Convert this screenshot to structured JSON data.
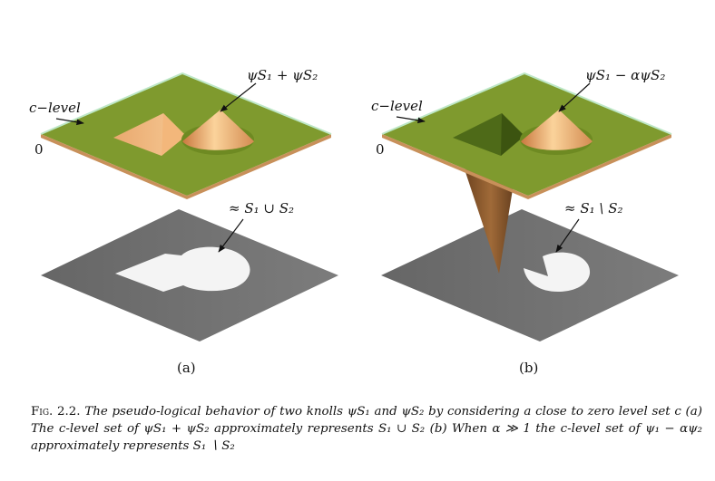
{
  "figure": {
    "panel_a": {
      "sublabel": "(a)",
      "function_label": "ψS₁ + ψS₂",
      "level_label": "c−level",
      "zero_label": "0",
      "set_label": "≈ S₁ ∪ S₂"
    },
    "panel_b": {
      "sublabel": "(b)",
      "function_label": "ψS₁ − αψS₂",
      "level_label": "c−level",
      "zero_label": "0",
      "set_label": "≈ S₁ \\ S₂"
    },
    "colors": {
      "plane_green": "#7f9a2e",
      "plane_edge": "#c8905a",
      "plane_top_edge": "#b7e4c2",
      "cone_light": "#f7c48a",
      "cone_dark": "#d88a4e",
      "spike_brown": "#8a5a2e",
      "shadow_gray": "#6f6f6f",
      "set_white": "#f3f3f3"
    }
  },
  "caption": {
    "lead": "Fig. 2.2.",
    "text": "The pseudo-logical behavior of two knolls ψS₁ and ψS₂ by considering a close to zero level set c (a) The c-level set of ψS₁ + ψS₂ approximately represents S₁ ∪ S₂ (b) When α ≫ 1 the c-level set of ψ₁ − αψ₂ approximately represents S₁ ∖ S₂"
  }
}
